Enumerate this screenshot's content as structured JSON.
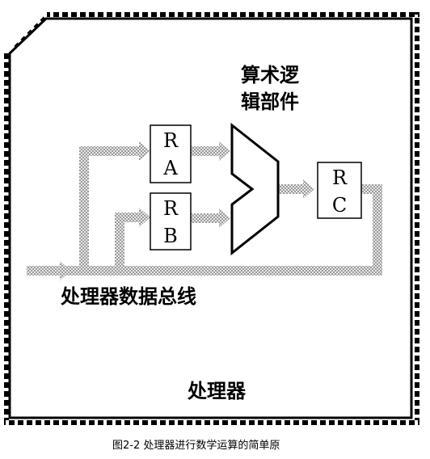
{
  "diagram": {
    "alu_label_line1": "算术逻",
    "alu_label_line2": "辑部件",
    "register_a": {
      "letter1": "R",
      "letter2": "A"
    },
    "register_b": {
      "letter1": "R",
      "letter2": "B"
    },
    "register_c": {
      "letter1": "R",
      "letter2": "C"
    },
    "bus_label": "处理器数据总线",
    "processor_label": "处理器"
  },
  "caption": "图2-2 处理器进行数学运算的简单原"
}
